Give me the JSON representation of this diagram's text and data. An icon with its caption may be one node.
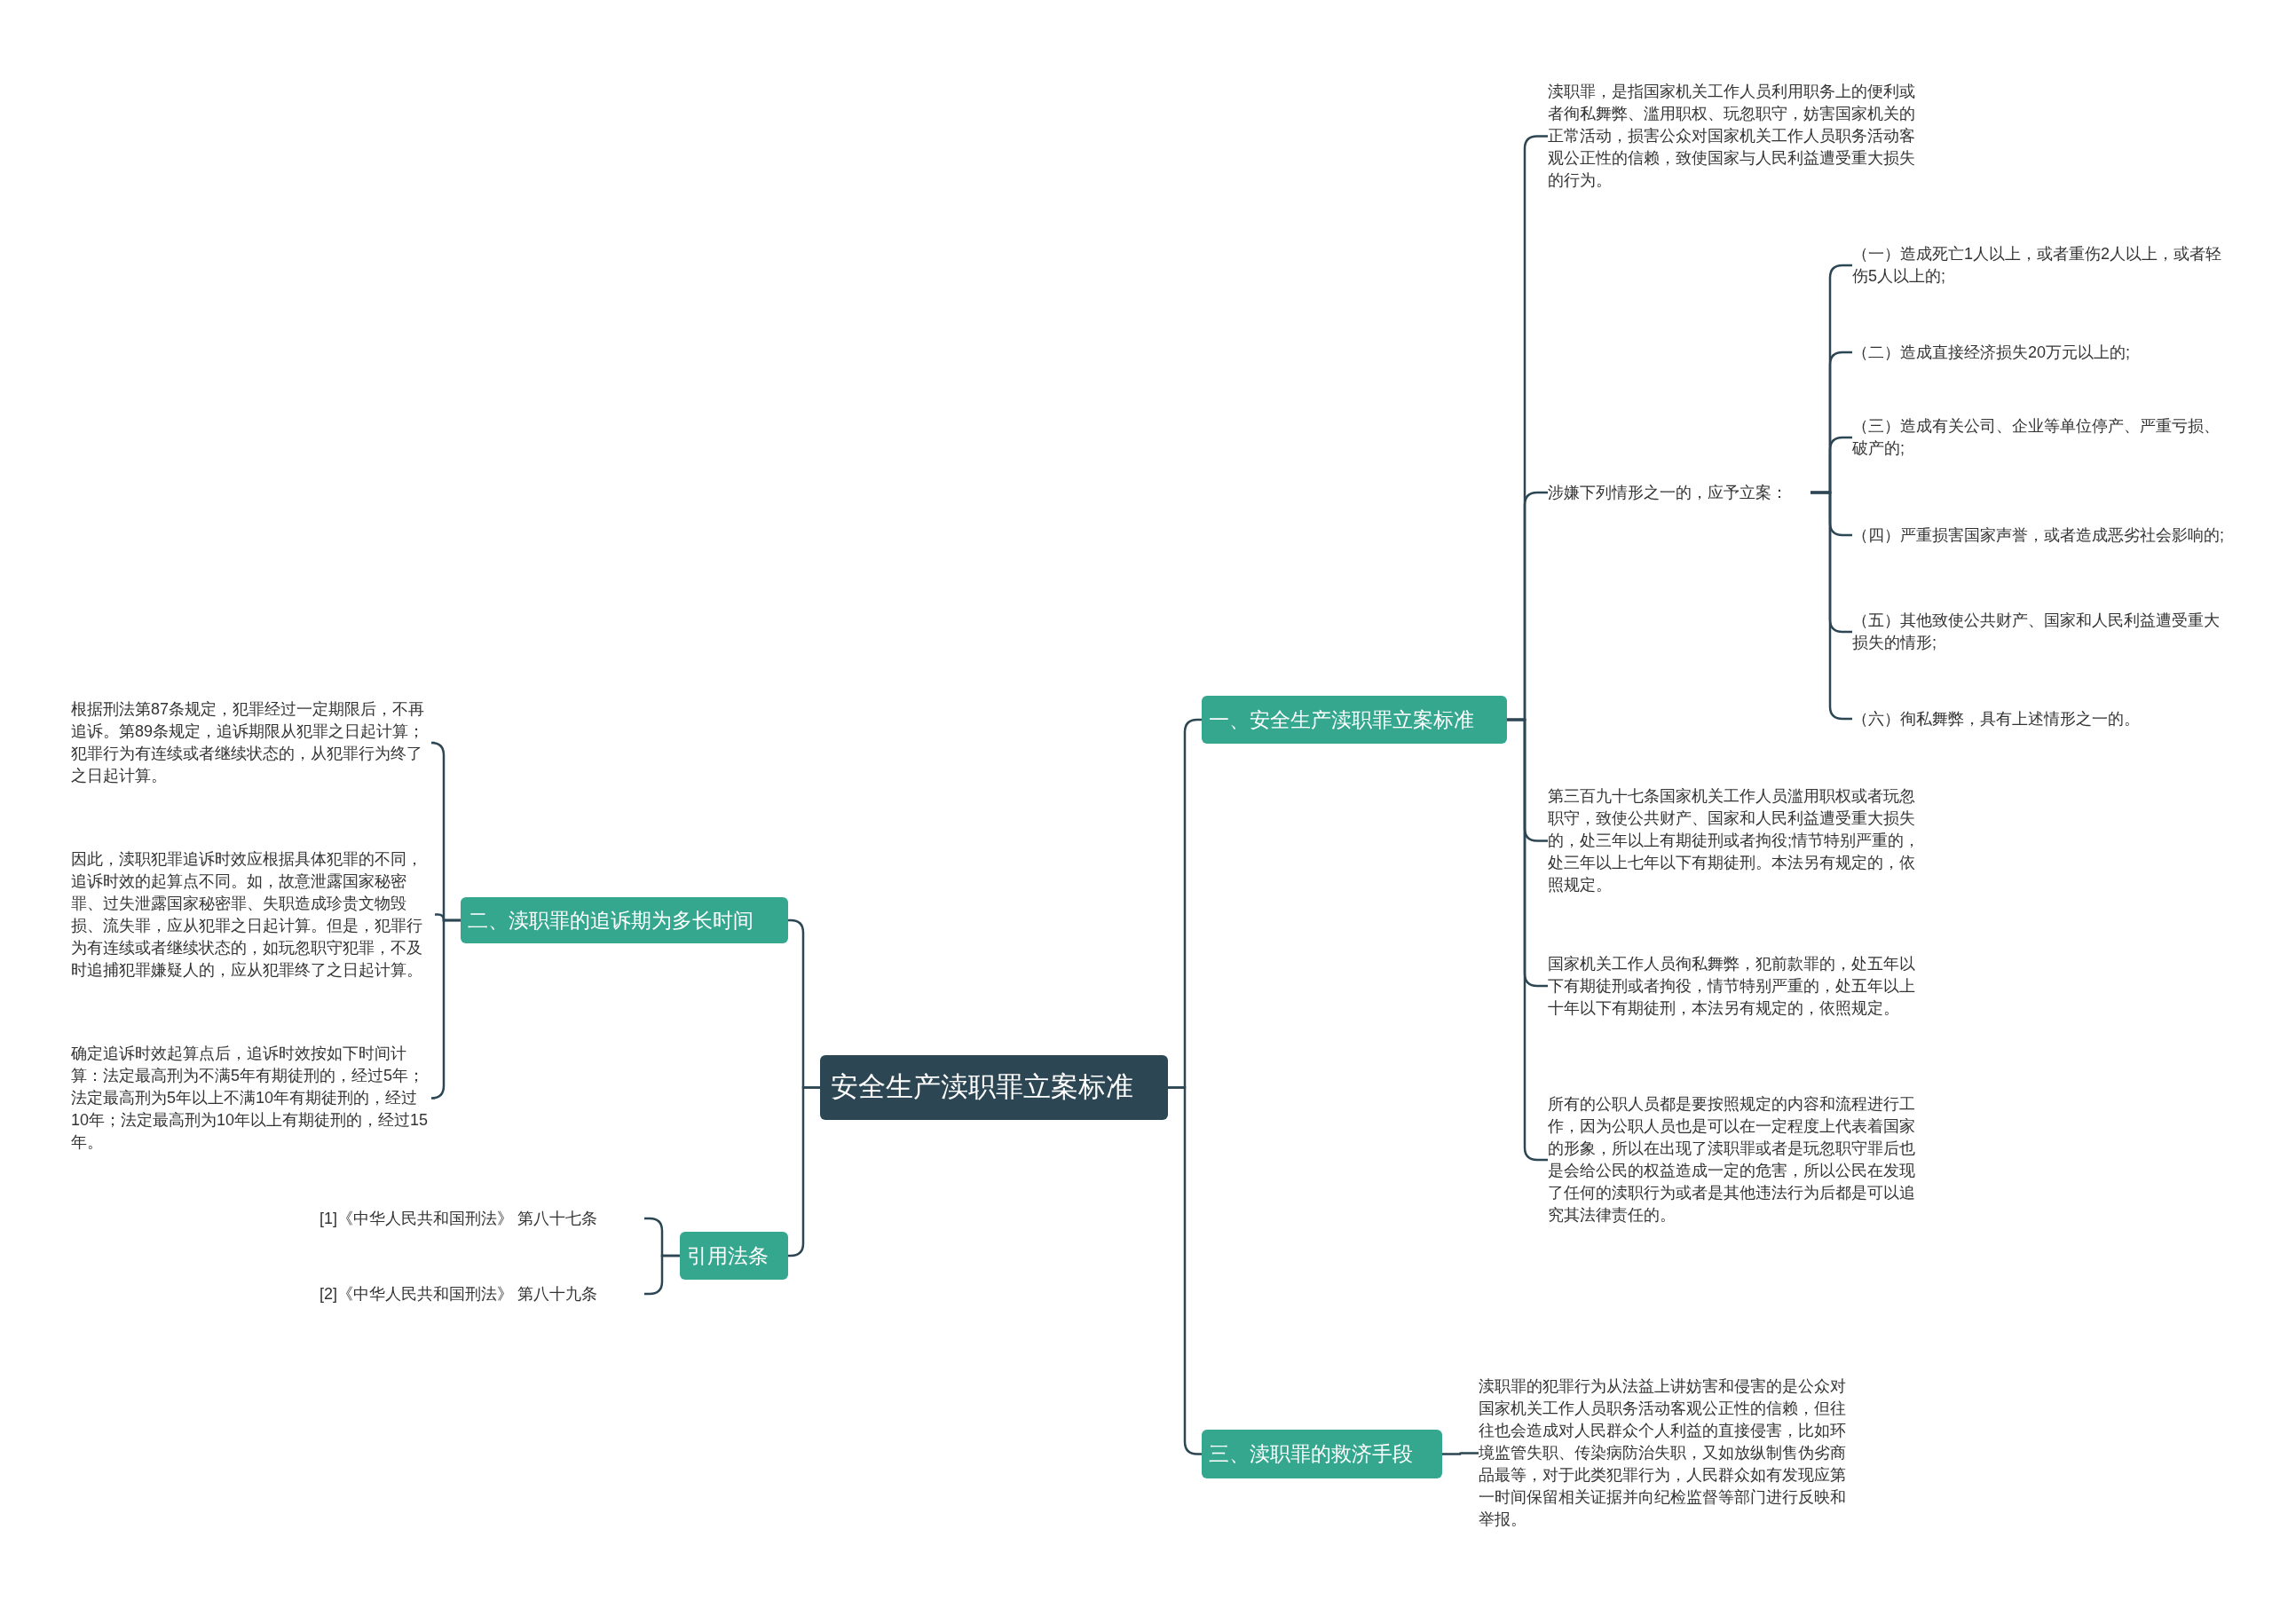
{
  "diagram": {
    "nodes": [
      {
        "text": [
          "安全生产渎职罪立案标准"
        ]
      },
      {
        "text": [
          "一、安全生产渎职罪立案标准"
        ]
      },
      {
        "text": [
          "渎职罪，是指国家机关工作人员利用职务上的便利或者徇私舞弊、滥用职权、玩忽职守，妨害国家机关的正常活动，损害公众对国家机关工作人员职务活动客观公正性的信赖，致使国家与人民利益遭受重大损失的行为。"
        ]
      },
      {
        "text": [
          "涉嫌下列情形之一的，应予立案："
        ]
      },
      {
        "text": [
          "（一）造成死亡1人以上，或者重伤2人以上，或者轻伤5人以上的;"
        ]
      },
      {
        "text": [
          "（二）造成直接经济损失20万元以上的;"
        ]
      },
      {
        "text": [
          "（三）造成有关公司、企业等单位停产、严重亏损、破产的;"
        ]
      },
      {
        "text": [
          "（四）严重损害国家声誉，或者造成恶劣社会影响的;"
        ]
      },
      {
        "text": [
          "（五）其他致使公共财产、国家和人民利益遭受重大损失的情形;"
        ]
      },
      {
        "text": [
          "（六）徇私舞弊，具有上述情形之一的。"
        ]
      },
      {
        "text": [
          "第三百九十七条国家机关工作人员滥用职权或者玩忽职守，致使公共财产、国家和人民利益遭受重大损失的，处三年以上有期徒刑或者拘役;情节特别严重的，处三年以上七年以下有期徒刑。本法另有规定的，依照规定。"
        ]
      },
      {
        "text": [
          "国家机关工作人员徇私舞弊，犯前款罪的，处五年以下有期徒刑或者拘役，情节特别严重的，处五年以上十年以下有期徒刑，本法另有规定的，依照规定。"
        ]
      },
      {
        "text": [
          "所有的公职人员都是要按照规定的内容和流程进行工作，因为公职人员也是可以在一定程度上代表着国家的形象，所以在出现了渎职罪或者是玩忽职守罪后也是会给公民的权益造成一定的危害，所以公民在发现了任何的渎职行为或者是其他违法行为后都是可以追究其法律责任的。"
        ]
      },
      {
        "text": [
          "二、渎职罪的追诉期为多长时间"
        ]
      },
      {
        "text": [
          "根据刑法第87条规定，犯罪经过一定期限后，不再追诉。第89条规定，追诉期限从犯罪之日起计算；犯罪行为有连续或者继续状态的，从犯罪行为终了之日起计算。"
        ]
      },
      {
        "text": [
          "因此，渎职犯罪追诉时效应根据具体犯罪的不同，追诉时效的起算点不同。如，故意泄露国家秘密罪、过失泄露国家秘密罪、失职造成珍贵文物毁损、流失罪，应从犯罪之日起计算。但是，犯罪行为有连续或者继续状态的，如玩忽职守犯罪，不及时追捕犯罪嫌疑人的，应从犯罪终了之日起计算。"
        ]
      },
      {
        "text": [
          "确定追诉时效起算点后，追诉时效按如下时间计算：法定最高刑为不满5年有期徒刑的，经过5年；法定最高刑为5年以上不满10年有期徒刑的，经过10年；法定最高刑为10年以上有期徒刑的，经过15年。"
        ]
      },
      {
        "text": [
          "引用法条"
        ]
      },
      {
        "text": [
          "[1]《中华人民共和国刑法》 第八十七条"
        ]
      },
      {
        "text": [
          "[2]《中华人民共和国刑法》 第八十九条"
        ]
      },
      {
        "text": [
          "三、渎职罪的救济手段"
        ]
      },
      {
        "text": [
          "渎职罪的犯罪行为从法益上讲妨害和侵害的是公众对国家机关工作人员职务活动客观公正性的信赖，但往往也会造成对人民群众个人利益的直接侵害，比如环境监管失职、传染病防治失职，又如放纵制售伪劣商品最等，对于此类犯罪行为，人民群众如有发现应第一时间保留相关证据并向纪检监督等部门进行反映和举报。"
        ]
      }
    ],
    "edges": [
      {
        "from": 0,
        "to": 1,
        "arrow": "none"
      },
      {
        "from": 1,
        "to": 2,
        "arrow": "none"
      },
      {
        "from": 1,
        "to": 3,
        "arrow": "none"
      },
      {
        "from": 3,
        "to": 4,
        "arrow": "none"
      },
      {
        "from": 3,
        "to": 5,
        "arrow": "none"
      },
      {
        "from": 3,
        "to": 6,
        "arrow": "none"
      },
      {
        "from": 3,
        "to": 7,
        "arrow": "none"
      },
      {
        "from": 3,
        "to": 8,
        "arrow": "none"
      },
      {
        "from": 3,
        "to": 9,
        "arrow": "none"
      },
      {
        "from": 1,
        "to": 10,
        "arrow": "none"
      },
      {
        "from": 1,
        "to": 11,
        "arrow": "none"
      },
      {
        "from": 1,
        "to": 12,
        "arrow": "none"
      },
      {
        "from": 0,
        "to": 13,
        "arrow": "none"
      },
      {
        "from": 13,
        "to": 14,
        "arrow": "none"
      },
      {
        "from": 13,
        "to": 15,
        "arrow": "none"
      },
      {
        "from": 13,
        "to": 16,
        "arrow": "none"
      },
      {
        "from": 0,
        "to": 17,
        "arrow": "none"
      },
      {
        "from": 17,
        "to": 18,
        "arrow": "none"
      },
      {
        "from": 17,
        "to": 19,
        "arrow": "none"
      },
      {
        "from": 0,
        "to": 20,
        "arrow": "none"
      },
      {
        "from": 20,
        "to": 21,
        "arrow": "none"
      }
    ]
  }
}
